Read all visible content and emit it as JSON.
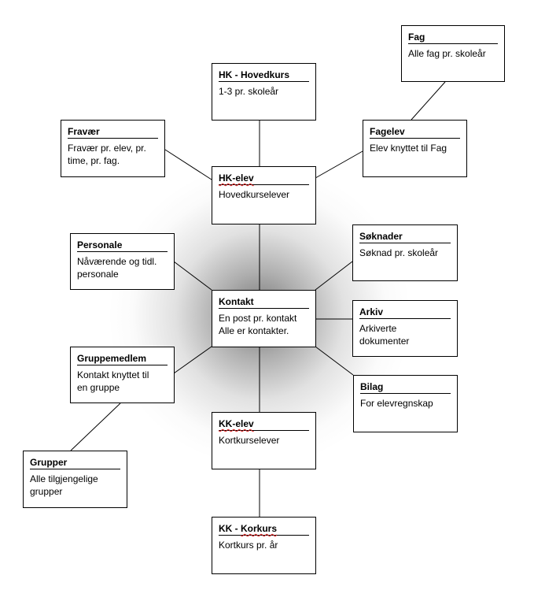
{
  "entities": {
    "fag": {
      "title": "Fag",
      "desc": "Alle fag pr. skoleår"
    },
    "hk_hovedkurs": {
      "title_a": "HK - ",
      "title_b": "Hovedkurs",
      "desc": "1-3 pr. skoleår"
    },
    "fravaer": {
      "title": "Fravær",
      "desc": "Fravær pr. elev, pr.\ntime, pr. fag."
    },
    "fagelev": {
      "title": "Fagelev",
      "desc": "Elev knyttet til Fag"
    },
    "hk_elev": {
      "title": "HK-elev",
      "desc": "Hovedkurselever"
    },
    "personale": {
      "title": "Personale",
      "desc": "Nåværende og tidl.\npersonale"
    },
    "soknader": {
      "title": "Søknader",
      "desc": "Søknad pr. skoleår"
    },
    "kontakt": {
      "title": "Kontakt",
      "desc": "En post pr. kontakt\nAlle er kontakter."
    },
    "arkiv": {
      "title": "Arkiv",
      "desc": "Arkiverte\ndokumenter"
    },
    "gruppemedlem": {
      "title": "Gruppemedlem",
      "desc": "Kontakt knyttet til\nen gruppe"
    },
    "bilag": {
      "title": "Bilag",
      "desc": "For elevregnskap"
    },
    "kk_elev": {
      "title": "KK-elev",
      "desc": "Kortkurselever"
    },
    "grupper": {
      "title": "Grupper",
      "desc": "Alle tilgjengelige\ngrupper"
    },
    "kk_korkurs": {
      "title_a": "KK - ",
      "title_b": "Korkurs",
      "desc": "Kortkurs pr. år"
    }
  }
}
